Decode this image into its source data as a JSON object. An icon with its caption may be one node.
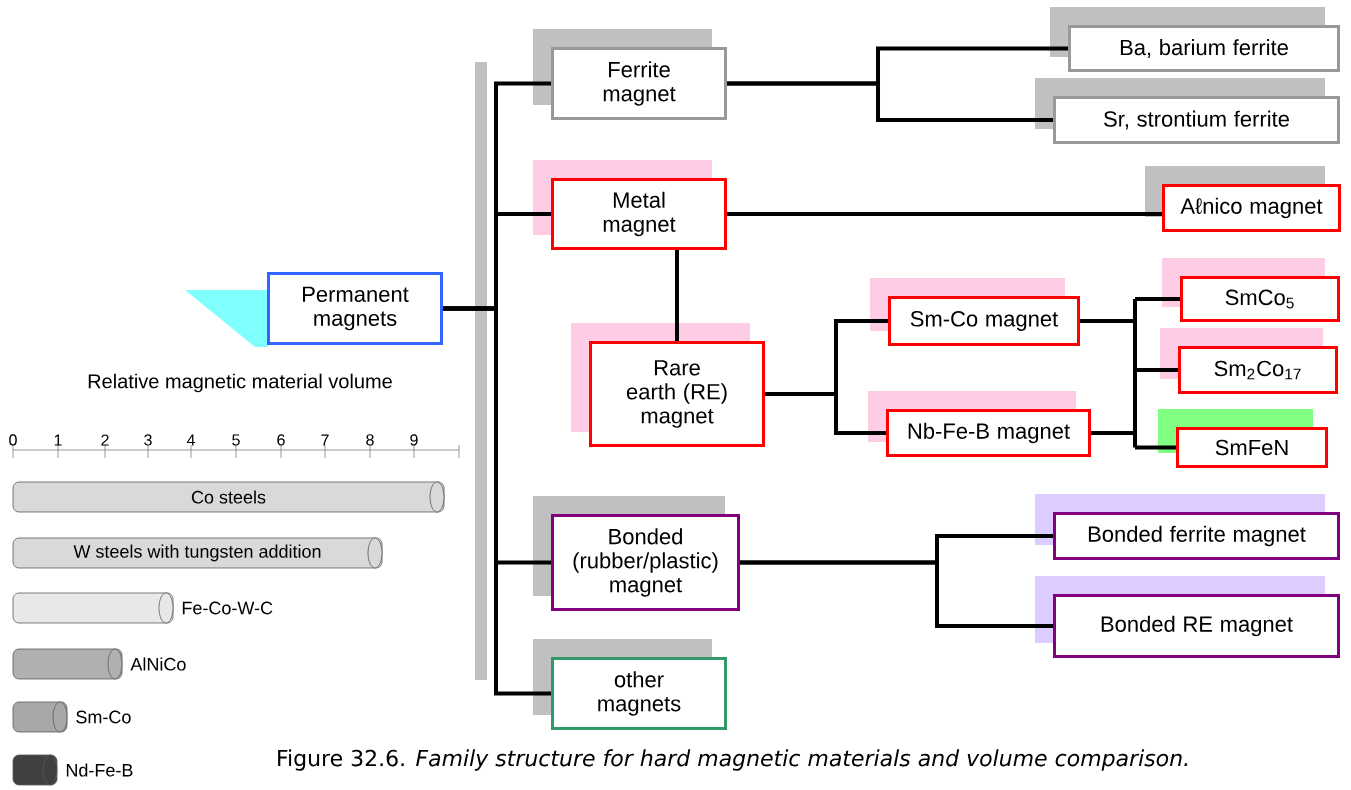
{
  "diagram": {
    "caption": "Figure 32.6. *Family structure for hard magnetic materials and volume comparison.*",
    "nodes": [
      {
        "text": [
          "Permanent magnets"
        ]
      },
      {
        "text": [
          "Ferrite magnet"
        ]
      },
      {
        "text": [
          "Metal magnet"
        ]
      },
      {
        "text": [
          "Rare earth (RE) magnet"
        ]
      },
      {
        "text": [
          "Bonded (rubber/plastic) magnet"
        ]
      },
      {
        "text": [
          "other magnets"
        ]
      },
      {
        "text": [
          "Ba, barium ferrite"
        ]
      },
      {
        "text": [
          "Sr, strontium ferrite"
        ]
      },
      {
        "text": [
          "Aℓnico magnet"
        ]
      },
      {
        "text": [
          "Sm-Co magnet"
        ]
      },
      {
        "text": [
          "Nb-Fe-B magnet"
        ]
      },
      {
        "text": [
          "SmCo$_{5}$"
        ]
      },
      {
        "text": [
          "Sm$_{2}$Co$_{17}$"
        ]
      },
      {
        "text": [
          "SmFeN"
        ]
      },
      {
        "text": [
          "Bonded ferrite magnet"
        ]
      },
      {
        "text": [
          "Bonded RE magnet"
        ]
      },
      {
        "text": [
          "Co steels"
        ]
      },
      {
        "text": [
          "W steels with tungsten addition"
        ]
      },
      {
        "text": [],
        "shape": "cylinder",
        "beside": [
          "Fe-Co-W-C"
        ]
      },
      {
        "text": [],
        "shape": "cylinder",
        "beside": [
          "AlNiCo"
        ]
      },
      {
        "text": [],
        "shape": "cylinder",
        "beside": [
          "Sm-Co"
        ]
      },
      {
        "text": [],
        "shape": "cylinder",
        "beside": [
          "Nd-Fe-B"
        ]
      }
    ],
    "edges": [
      {
        "from": 0,
        "to": 1,
        "arrow": "none"
      },
      {
        "from": 0,
        "to": 2,
        "arrow": "none"
      },
      {
        "from": 0,
        "to": 4,
        "arrow": "none"
      },
      {
        "from": 0,
        "to": 5,
        "arrow": "none"
      },
      {
        "from": 1,
        "to": 6,
        "arrow": "none"
      },
      {
        "from": 1,
        "to": 7,
        "arrow": "none"
      },
      {
        "from": 2,
        "to": 8,
        "arrow": "none"
      },
      {
        "from": 2,
        "to": 3,
        "arrow": "none"
      },
      {
        "from": 3,
        "to": 9,
        "arrow": "none"
      },
      {
        "from": 3,
        "to": 10,
        "arrow": "none"
      },
      {
        "from": 9,
        "to": 11,
        "arrow": "none"
      },
      {
        "from": 9,
        "to": 12,
        "arrow": "none"
      },
      {
        "from": 9,
        "to": 13,
        "arrow": "none"
      },
      {
        "from": 10,
        "to": 11,
        "arrow": "none"
      },
      {
        "from": 10,
        "to": 12,
        "arrow": "none"
      },
      {
        "from": 10,
        "to": 13,
        "arrow": "none"
      },
      {
        "from": 4,
        "to": 14,
        "arrow": "none"
      },
      {
        "from": 4,
        "to": 15,
        "arrow": "none"
      }
    ],
    "labels": [
      "Relative magnetic material volume",
      "0",
      "1",
      "2",
      "3",
      "4",
      "5",
      "6",
      "7",
      "8",
      "9"
    ]
  }
}
